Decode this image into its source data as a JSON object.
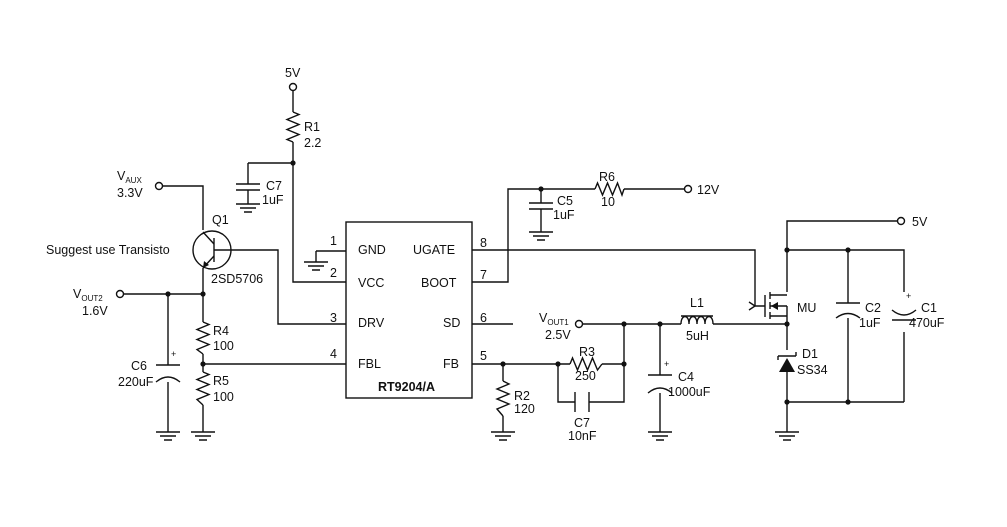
{
  "ic": {
    "part": "RT9204/A",
    "pins": [
      {
        "num": "1",
        "name": "GND"
      },
      {
        "num": "2",
        "name": "VCC"
      },
      {
        "num": "3",
        "name": "DRV"
      },
      {
        "num": "4",
        "name": "FBL"
      },
      {
        "num": "8",
        "name": "UGATE"
      },
      {
        "num": "7",
        "name": "BOOT"
      },
      {
        "num": "6",
        "name": "SD"
      },
      {
        "num": "5",
        "name": "FB"
      }
    ]
  },
  "nets": {
    "v5_top": "5V",
    "v12": "12V",
    "v5_right": "5V",
    "vaux_main": "V",
    "vaux_sub": "AUX",
    "vaux_value": "3.3V",
    "vout2_main": "V",
    "vout2_sub": "OUT2",
    "vout2_value": "1.6V",
    "vout1_main": "V",
    "vout1_sub": "OUT1",
    "vout1_value": "2.5V"
  },
  "components": {
    "r1": {
      "ref": "R1",
      "value": "2.2"
    },
    "c7_top": {
      "ref": "C7",
      "value": "1uF"
    },
    "c5": {
      "ref": "C5",
      "value": "1uF"
    },
    "r6": {
      "ref": "R6",
      "value": "10"
    },
    "q1": {
      "ref": "Q1",
      "value": "2SD5706"
    },
    "r4": {
      "ref": "R4",
      "value": "100"
    },
    "r5": {
      "ref": "R5",
      "value": "100"
    },
    "c6": {
      "ref": "C6",
      "value": "220uF"
    },
    "r2": {
      "ref": "R2",
      "value": "120"
    },
    "r3": {
      "ref": "R3",
      "value": "250"
    },
    "c7_bottom": {
      "ref": "C7",
      "value": "10nF"
    },
    "l1": {
      "ref": "L1",
      "value": "5uH"
    },
    "c4": {
      "ref": "C4",
      "value": "1000uF"
    },
    "mu": {
      "ref": "MU"
    },
    "d1": {
      "ref": "D1",
      "value": "SS34"
    },
    "c2": {
      "ref": "C2",
      "value": "1uF"
    },
    "c1": {
      "ref": "C1",
      "value": "470uF"
    }
  },
  "notes": {
    "transistor_note": "Suggest use Transisto"
  },
  "polarity_mark": "+"
}
